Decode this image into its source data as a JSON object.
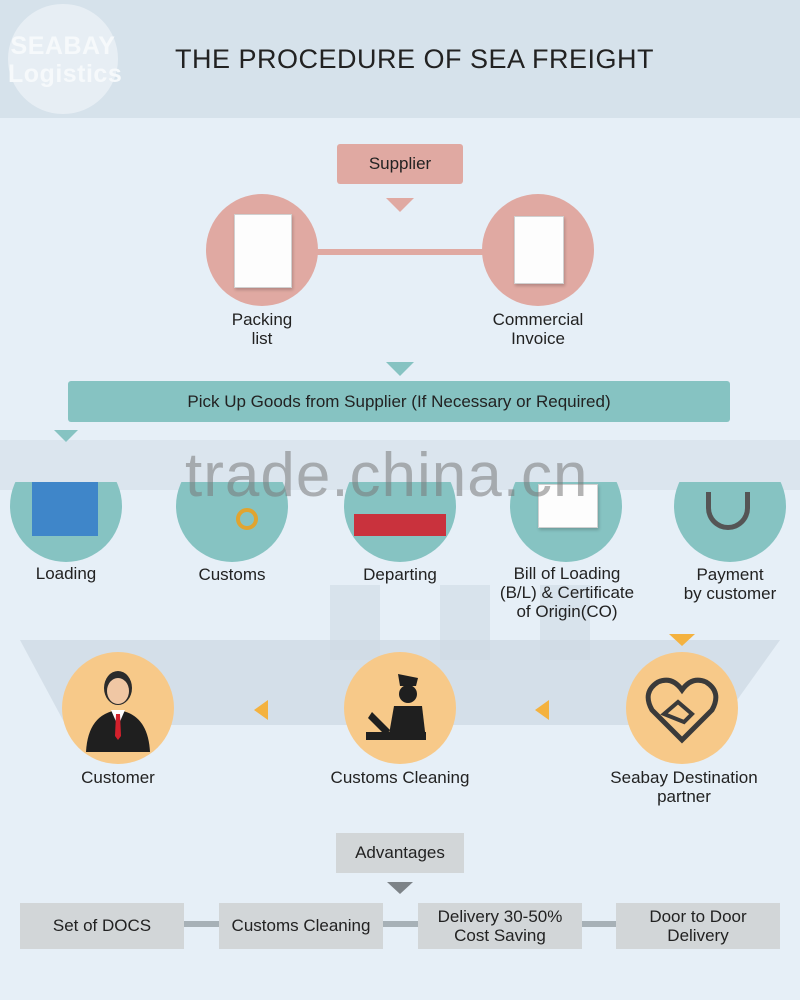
{
  "header": {
    "logo_line1": "SEABAY",
    "logo_line2": "Logistics",
    "title": "THE PROCEDURE OF SEA FREIGHT"
  },
  "supplier": "Supplier",
  "documents": {
    "packing_list": [
      "Packing",
      "list"
    ],
    "commercial_invoice": [
      "Commercial",
      "Invoice"
    ]
  },
  "pickup": "Pick Up Goods from Supplier (If Necessary or Required)",
  "watermark": "trade.china.cn",
  "steps": [
    {
      "label": [
        "Loading"
      ],
      "icon": "container-icon"
    },
    {
      "label": [
        "Customs"
      ],
      "icon": "stamp-icon"
    },
    {
      "label": [
        "Departing"
      ],
      "icon": "ship-icon"
    },
    {
      "label": [
        "Bill of Loading",
        "(B/L) & Certificate",
        "of Origin(CO)"
      ],
      "icon": "document-icon"
    },
    {
      "label": [
        "Payment",
        "by customer"
      ],
      "icon": "payment-icon"
    }
  ],
  "destination": [
    {
      "label": [
        "Customer"
      ],
      "icon": "businessman-icon"
    },
    {
      "label": [
        "Customs Cleaning"
      ],
      "icon": "customs-officer-icon"
    },
    {
      "label": [
        "Seabay Destination",
        "partner"
      ],
      "icon": "handshake-heart-icon"
    }
  ],
  "advantages": {
    "title": "Advantages",
    "items": [
      [
        "Set of DOCS"
      ],
      [
        "Customs Cleaning"
      ],
      [
        "Delivery 30-50%",
        "Cost Saving"
      ],
      [
        "Door to Door",
        "Delivery"
      ]
    ]
  },
  "colors": {
    "pink": "#e0a9a2",
    "teal": "#86c3c2",
    "orange_circle": "#f7c989",
    "orange_arrow": "#f4b23f",
    "grey_box": "#d2d6d8",
    "background": "#e6eff7"
  }
}
